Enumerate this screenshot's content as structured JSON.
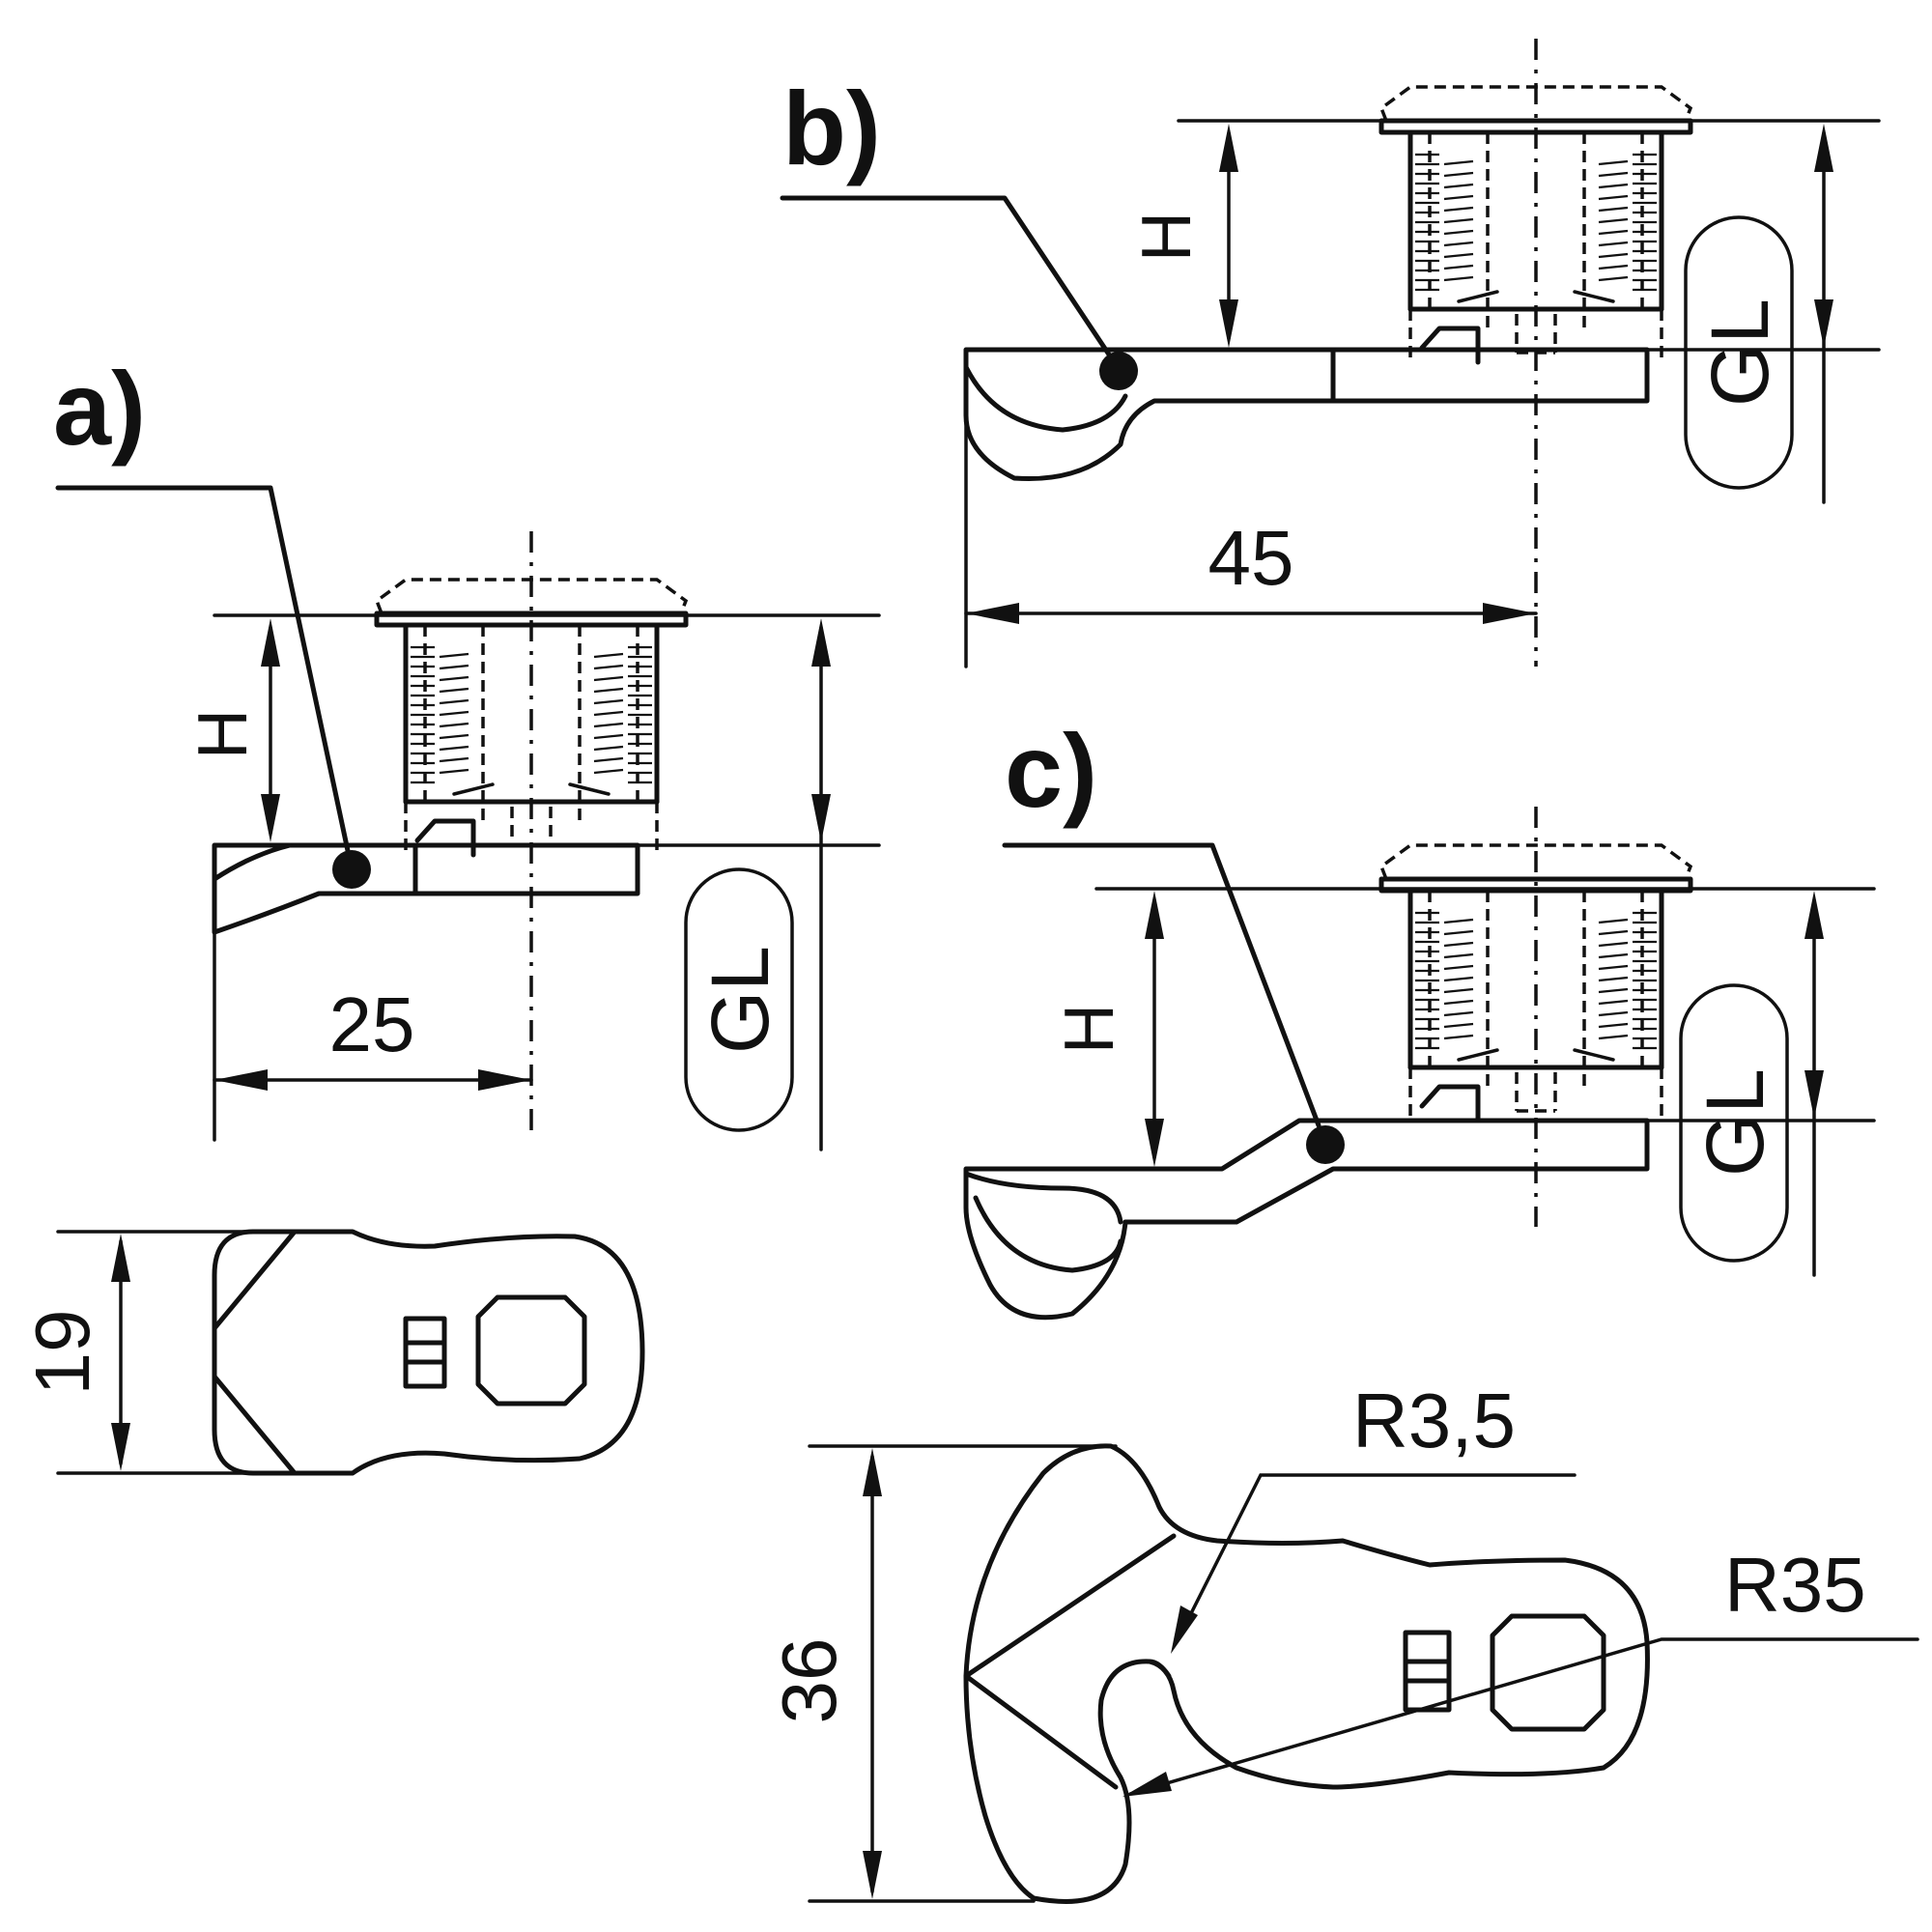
{
  "views": {
    "a": {
      "label": "a)",
      "dim_h": "H",
      "dim_gl": "GL",
      "dim_length": "25"
    },
    "b": {
      "label": "b)",
      "dim_h": "H",
      "dim_gl": "GL",
      "dim_length": "45"
    },
    "c": {
      "label": "c)",
      "dim_h": "H",
      "dim_gl": "GL"
    }
  },
  "top_view_small": {
    "dim_width": "19"
  },
  "top_view_large": {
    "dim_width": "36",
    "radius_small": "R3,5",
    "radius_large": "R35"
  },
  "colors": {
    "ink": "#111111",
    "background": "#ffffff"
  }
}
